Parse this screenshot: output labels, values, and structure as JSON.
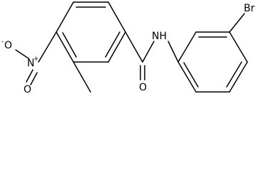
{
  "molecule": {
    "atoms": {
      "nitrogen_amide": "NH",
      "oxygen_carbonyl": "O",
      "bromine": "Br",
      "nitro_nitrogen": "N",
      "nitro_oxygen_negative": "O",
      "nitro_oxygen_double": "O"
    },
    "charges": {
      "nitro_nitrogen": "+",
      "nitro_oxygen_negative": "-"
    }
  }
}
